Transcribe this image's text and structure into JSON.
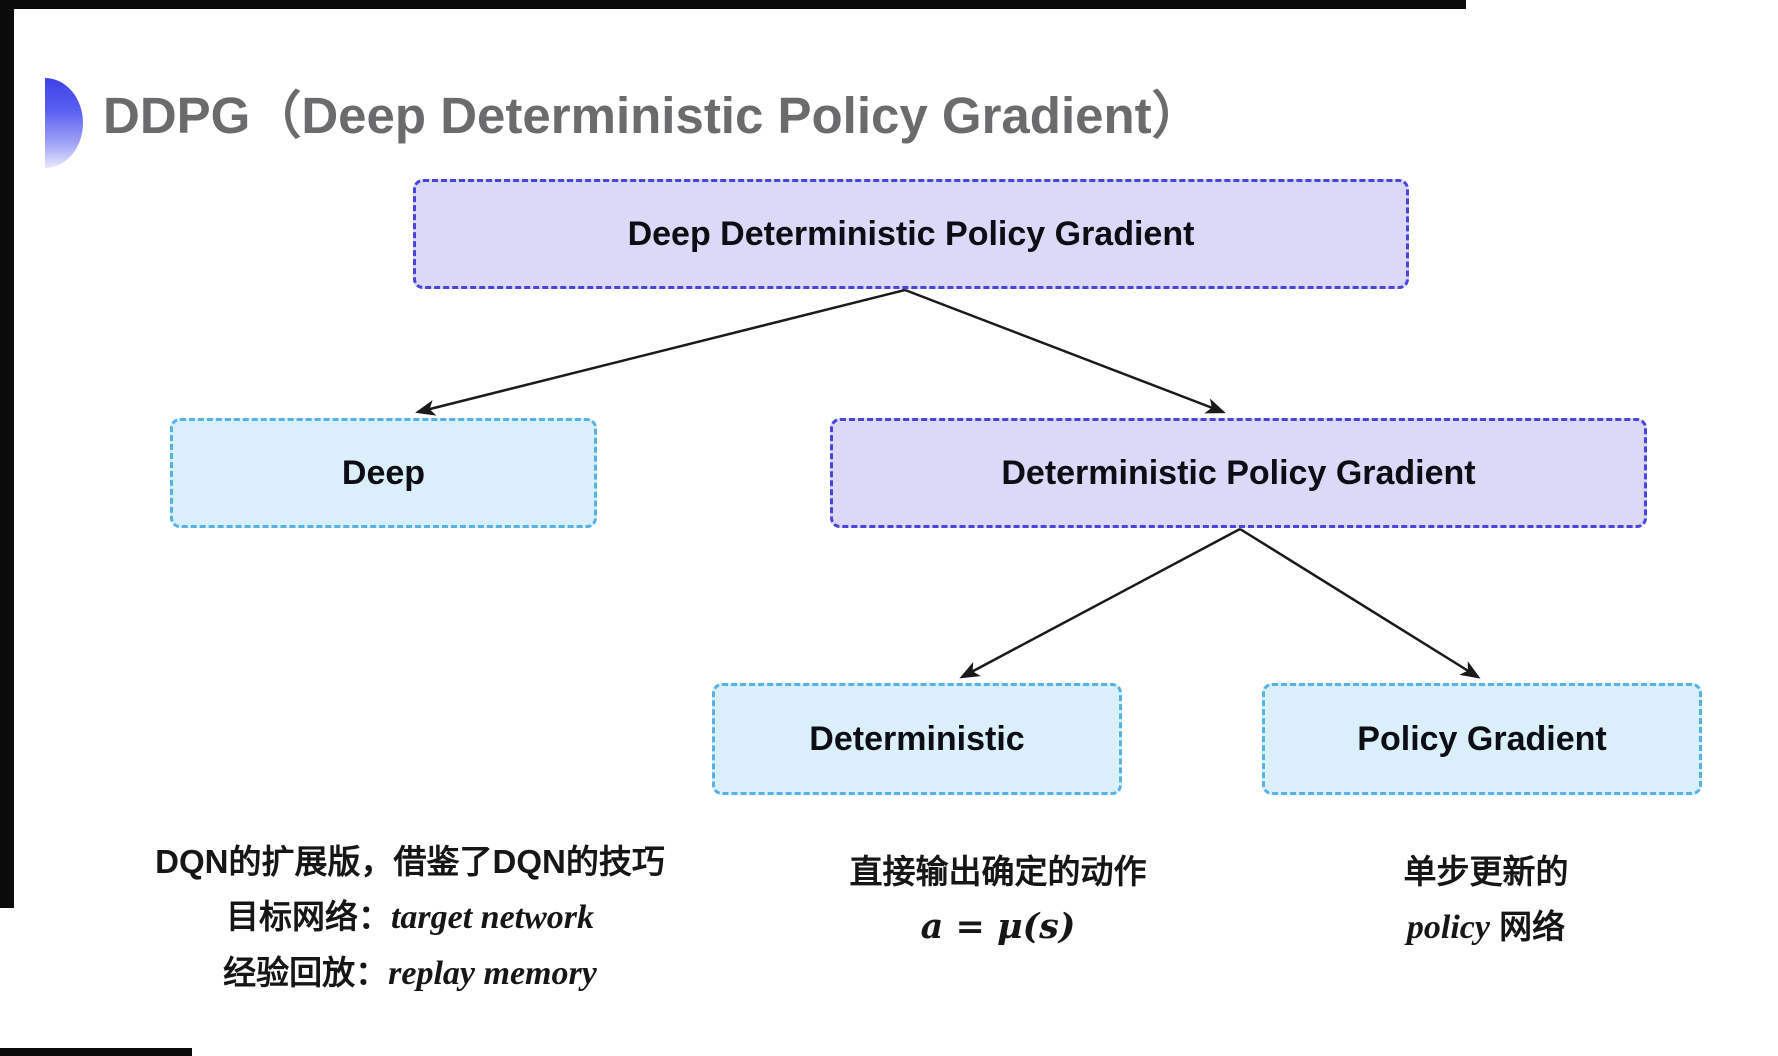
{
  "page": {
    "title": "DDPG（Deep Deterministic Policy Gradient）"
  },
  "icons": {
    "accent": "half-circle-gradient-blue"
  },
  "colors": {
    "title_gray": "#6b6b6e",
    "accent_blue": "#3d41e8",
    "purple_fill": "#dbd8f8",
    "purple_border": "#4a44da",
    "cyan_fill": "#d9f0fa",
    "cyan_border": "#56b2e4",
    "arrow": "#1a1a1a",
    "text": "#161616"
  },
  "nodes": {
    "root": {
      "label": "Deep Deterministic Policy Gradient",
      "variant": "purple"
    },
    "deep": {
      "label": "Deep",
      "variant": "cyan"
    },
    "dpg": {
      "label": "Deterministic Policy Gradient",
      "variant": "purple"
    },
    "deterministic": {
      "label": "Deterministic",
      "variant": "cyan"
    },
    "policy_gradient": {
      "label": "Policy Gradient",
      "variant": "cyan"
    }
  },
  "edges": [
    {
      "from": "root",
      "to": "deep"
    },
    {
      "from": "root",
      "to": "dpg"
    },
    {
      "from": "dpg",
      "to": "deterministic"
    },
    {
      "from": "dpg",
      "to": "policy_gradient"
    }
  ],
  "notes": {
    "deep": {
      "line1": "DQN的扩展版，借鉴了DQN的技巧",
      "line2_label": "目标网络：",
      "line2_value": "target network",
      "line3_label": "经验回放：",
      "line3_value": "replay memory"
    },
    "deterministic": {
      "line1": "直接输出确定的动作",
      "formula": "a = μ(s)"
    },
    "policy_gradient": {
      "line1": "单步更新的",
      "line2_italic": "policy",
      "line2_rest": " 网络"
    }
  }
}
